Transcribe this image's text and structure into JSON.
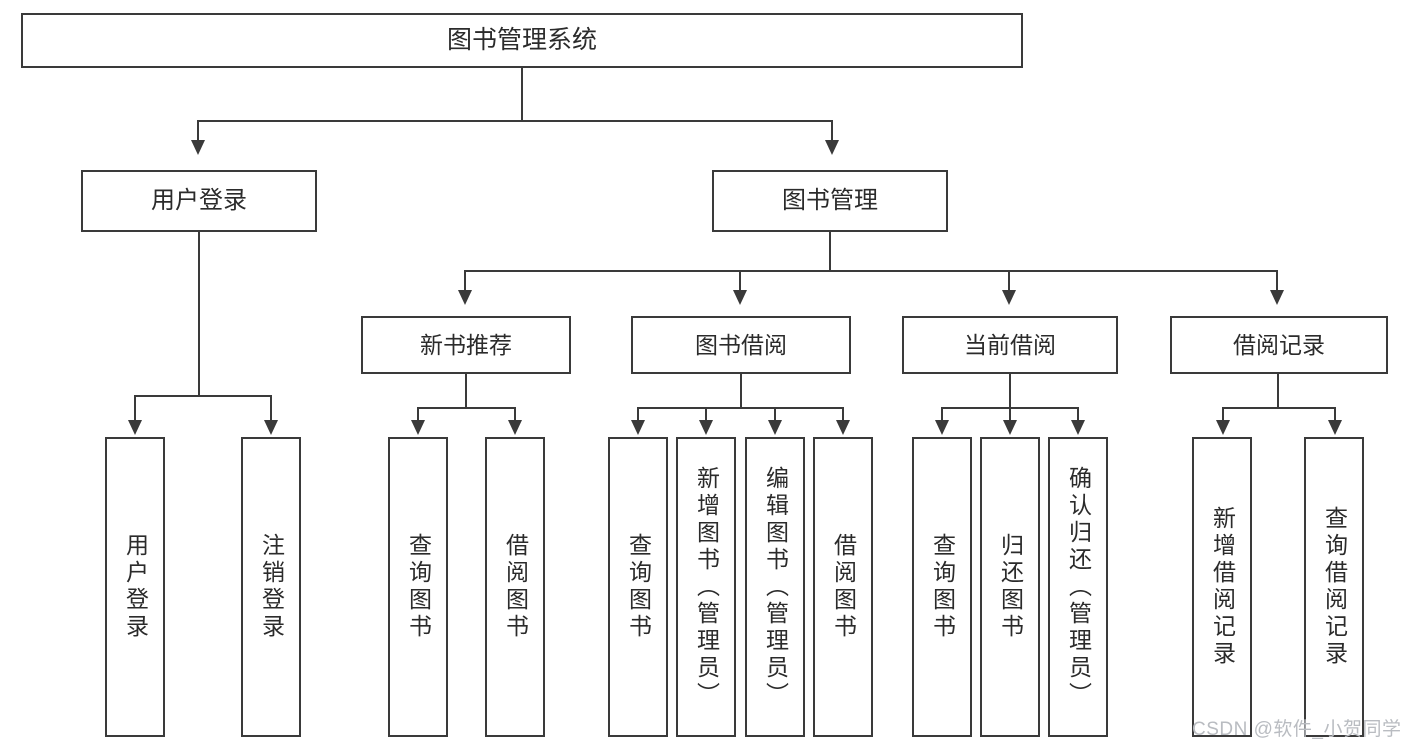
{
  "diagram": {
    "type": "tree-hierarchy-chart",
    "title": "图书管理系统",
    "root": {
      "label": "图书管理系统"
    },
    "level2": [
      {
        "label": "用户登录"
      },
      {
        "label": "图书管理"
      }
    ],
    "level3": [
      {
        "label": "新书推荐",
        "parent": "图书管理"
      },
      {
        "label": "图书借阅",
        "parent": "图书管理"
      },
      {
        "label": "当前借阅",
        "parent": "图书管理"
      },
      {
        "label": "借阅记录",
        "parent": "图书管理"
      }
    ],
    "leaves": {
      "user_login": [
        {
          "label": "用户登录"
        },
        {
          "label": "注销登录"
        }
      ],
      "new_book_recommend": [
        {
          "label": "查询图书"
        },
        {
          "label": "借阅图书"
        }
      ],
      "book_borrow": [
        {
          "label": "查询图书"
        },
        {
          "label": "新增图书（管理员）"
        },
        {
          "label": "编辑图书（管理员）"
        },
        {
          "label": "借阅图书"
        }
      ],
      "current_borrow": [
        {
          "label": "查询图书"
        },
        {
          "label": "归还图书"
        },
        {
          "label": "确认归还（管理员）"
        }
      ],
      "borrow_records": [
        {
          "label": "新增借阅记录"
        },
        {
          "label": "查询借阅记录"
        }
      ]
    }
  },
  "watermark": {
    "text": "CSDN @软件_小贺同学"
  },
  "colors": {
    "stroke": "#3a3a3a",
    "fill": "#ffffff",
    "text": "#2b2b2b",
    "watermark": "#b9bcc1"
  }
}
